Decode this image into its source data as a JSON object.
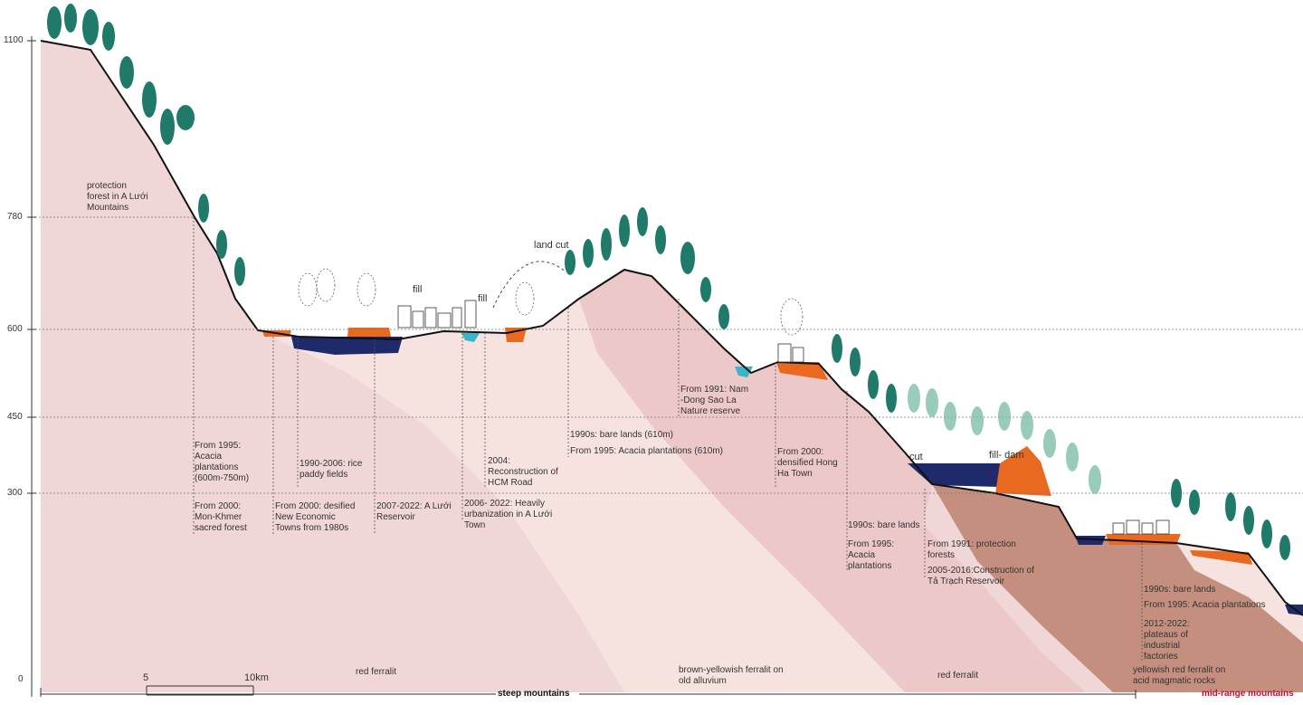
{
  "elevation_axis": {
    "ticks": [
      "1100",
      "780",
      "600",
      "450",
      "300",
      "0"
    ]
  },
  "scale_bar": {
    "labels": [
      "5",
      "10km"
    ]
  },
  "zones": {
    "steep": "steep mountains",
    "mid": "mid-range mountains"
  },
  "soils": {
    "red_left": "red ferralit",
    "brown_yellow": "brown-yellowish ferralit on\nold alluvium",
    "red_right": "red ferralit",
    "yellowish": "yellowish red ferralit on\nacid magmatic rocks"
  },
  "interventions": {
    "land_cut": "land cut",
    "fill_1": "fill",
    "fill_2": "fill",
    "cut": "cut",
    "fill_dam": "fill- dam"
  },
  "annotations": {
    "protection_forest": "protection\nforest in A Lưới\nMountains",
    "from_1995_acacia": "From 1995:\nAcacia\nplantations\n(600m-750m)",
    "from_2000_monkhmer": "From 2000:\nMon-Khmer\nsacred forest",
    "rice_paddy": "1990-2006: rice\npaddy fields",
    "new_economic_towns": "From 2000: desified\nNew Economic\nTowns from 1980s",
    "reservoir_aluoi": "2007-2022: A Lưới\nReservoir",
    "urbanization": "2006- 2022: Heavily\nurbanization in A Lưới\nTown",
    "hcm_road": "2004:\nReconstruction of\nHCM Road",
    "bare_lands_610": "1990s: bare lands (610m)",
    "acacia_610": "From 1995: Acacia plantations (610m)",
    "nam_dong": "From 1991: Nam\n-Dong Sao La\nNature reserve",
    "hong_ha": "From 2000:\ndensified Hong\nHa Town",
    "bare_lands_1": "1990s: bare lands",
    "acacia_2": "From 1995:\nAcacia\nplantations",
    "protection_forests": "From 1991: protection\nforests",
    "ta_trach": "2005-2016:Construction of\nTả Trạch Reservoir",
    "bare_lands_2": "1990s: bare lands",
    "acacia_3": "From 1995: Acacia plantations",
    "industrial": "2012-2022:\nplateaus of\nindustrial\nfactories"
  },
  "colors": {
    "soil_red": "#f0d6d6",
    "soil_alluvium": "#f6e3e0",
    "soil_mid": "#ecc8c8",
    "soil_brown": "#c58f7f",
    "water": "#3ab6c8",
    "reservoir": "#1f2a6b",
    "fill": "#e8691f",
    "forest": "#1f7a6a",
    "acacia": "#7fbfa8",
    "accent_red": "#c8102e"
  }
}
